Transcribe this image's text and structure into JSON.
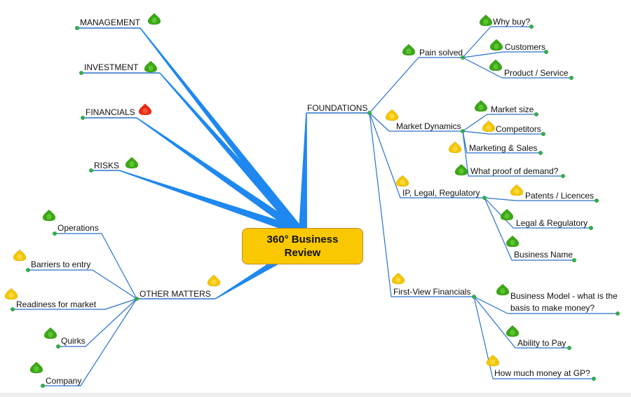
{
  "central": {
    "line1": "360° Business",
    "line2": "Review",
    "fill": "#f9c800",
    "border": "#c8882a"
  },
  "colors": {
    "main_branch": "#1e88f0",
    "sub_branch": "#2a72cc",
    "node_dot": "#2db24a",
    "marker_green": "#3aa815",
    "marker_yellow": "#f6c600",
    "marker_red": "#ee2a10"
  },
  "topics": [
    {
      "id": "management",
      "label": "MANAGEMENT",
      "marker": "green"
    },
    {
      "id": "investment",
      "label": "INVESTMENT",
      "marker": "green"
    },
    {
      "id": "financials",
      "label": "FINANCIALS",
      "marker": "red"
    },
    {
      "id": "risks",
      "label": "RISKS",
      "marker": "green"
    },
    {
      "id": "other-matters",
      "label": "OTHER MATTERS",
      "marker": "yellow",
      "children": [
        {
          "label": "Operations",
          "marker": "green"
        },
        {
          "label": "Barriers to entry",
          "marker": "yellow"
        },
        {
          "label": "Readiness for market",
          "marker": "yellow"
        },
        {
          "label": "Quirks",
          "marker": "green"
        },
        {
          "label": "Company",
          "marker": "green"
        }
      ]
    },
    {
      "id": "foundations",
      "label": "FOUNDATIONS",
      "marker": "none",
      "children": [
        {
          "label": "Pain solved",
          "marker": "green",
          "children": [
            {
              "label": "Why buy?",
              "marker": "green"
            },
            {
              "label": "Customers",
              "marker": "green"
            },
            {
              "label": "Product / Service",
              "marker": "green"
            }
          ]
        },
        {
          "label": "Market Dynamics",
          "marker": "yellow",
          "children": [
            {
              "label": "Market size",
              "marker": "green"
            },
            {
              "label": "Competitors",
              "marker": "yellow"
            },
            {
              "label": "Marketing & Sales",
              "marker": "yellow"
            },
            {
              "label": "What proof of demand?",
              "marker": "green"
            }
          ]
        },
        {
          "label": "IP, Legal, Regulatory",
          "marker": "yellow",
          "children": [
            {
              "label": "Patents / Licences",
              "marker": "yellow"
            },
            {
              "label": "Legal & Regulatory",
              "marker": "green"
            },
            {
              "label": "Business Name",
              "marker": "green"
            }
          ]
        },
        {
          "label": "First-View Financials",
          "marker": "yellow",
          "children": [
            {
              "label": "Business Model - what is the basis to make money?",
              "marker": "green"
            },
            {
              "label": "Ability to Pay",
              "marker": "green"
            },
            {
              "label": "How much money at GP?",
              "marker": "yellow"
            }
          ]
        }
      ]
    }
  ]
}
